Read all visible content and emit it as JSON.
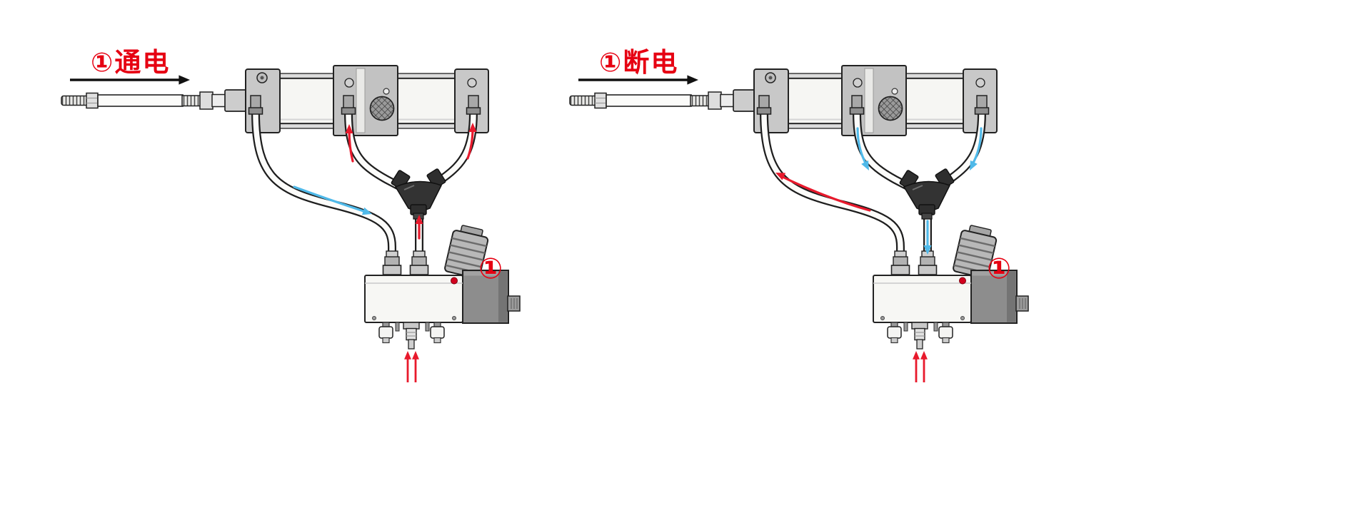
{
  "page": {
    "background": "#ffffff"
  },
  "colors": {
    "label_red": "#e60012",
    "pressure_flow_red": "#e8192c",
    "exhaust_flow_blue": "#4fb9e9",
    "outline_black": "#111111",
    "metal_gray": "#c8c8c8",
    "solenoid_gray": "#8d8d8d",
    "fitting_dark": "#2e2e2e",
    "indicator_red": "#d2001e"
  },
  "diagrams": [
    {
      "name": "energized",
      "state_label": "①通电",
      "valve_badge": "①"
    },
    {
      "name": "deenergized",
      "state_label": "①断电",
      "valve_badge": "①"
    }
  ]
}
